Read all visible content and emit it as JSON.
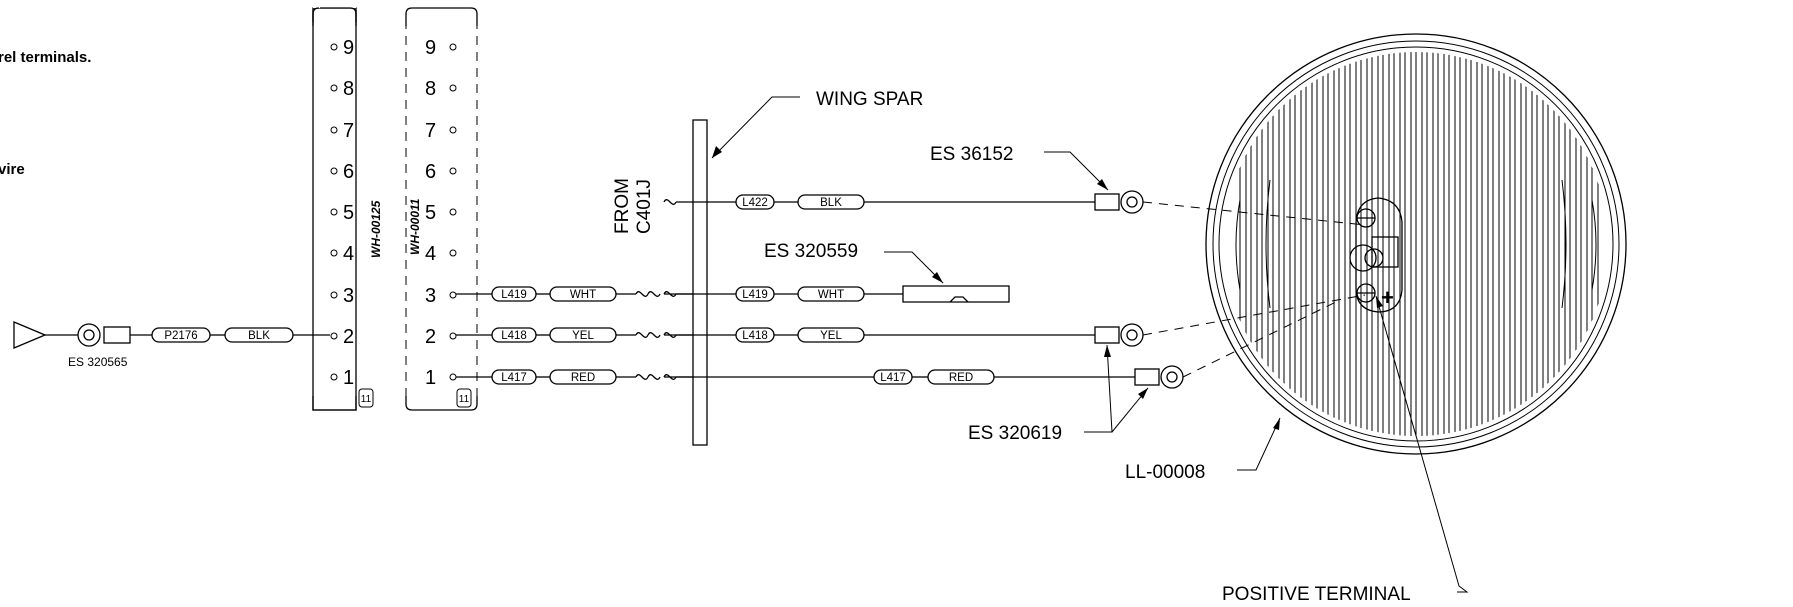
{
  "notes": [
    "rel terminals.",
    "vire"
  ],
  "connectors": {
    "left": {
      "name": "WH-00125",
      "pins": [
        "9",
        "8",
        "7",
        "6",
        "5",
        "4",
        "3",
        "2",
        "1"
      ],
      "key": "11"
    },
    "right": {
      "name": "WH-00011",
      "pins": [
        "9",
        "8",
        "7",
        "6",
        "5",
        "4",
        "3",
        "2",
        "1"
      ],
      "key": "11"
    }
  },
  "left_wire": {
    "terminal": "ES 320565",
    "circuit": "P2176",
    "color": "BLK"
  },
  "harness_wires": [
    {
      "circuit": "L419",
      "color": "WHT"
    },
    {
      "circuit": "L418",
      "color": "YEL"
    },
    {
      "circuit": "L417",
      "color": "RED"
    }
  ],
  "from_label": [
    "FROM",
    "C401J"
  ],
  "wing_spar": "WING SPAR",
  "lamp_wires": [
    {
      "circuit": "L422",
      "color": "BLK"
    },
    {
      "circuit": "L419",
      "color": "WHT"
    },
    {
      "circuit": "L418",
      "color": "YEL"
    },
    {
      "circuit": "L417",
      "color": "RED"
    }
  ],
  "callouts": {
    "es36152": "ES 36152",
    "es320559": "ES 320559",
    "es320619": "ES 320619",
    "ll00008": "LL-00008",
    "positive": "POSITIVE TERMINAL"
  },
  "plus_sign": "+"
}
